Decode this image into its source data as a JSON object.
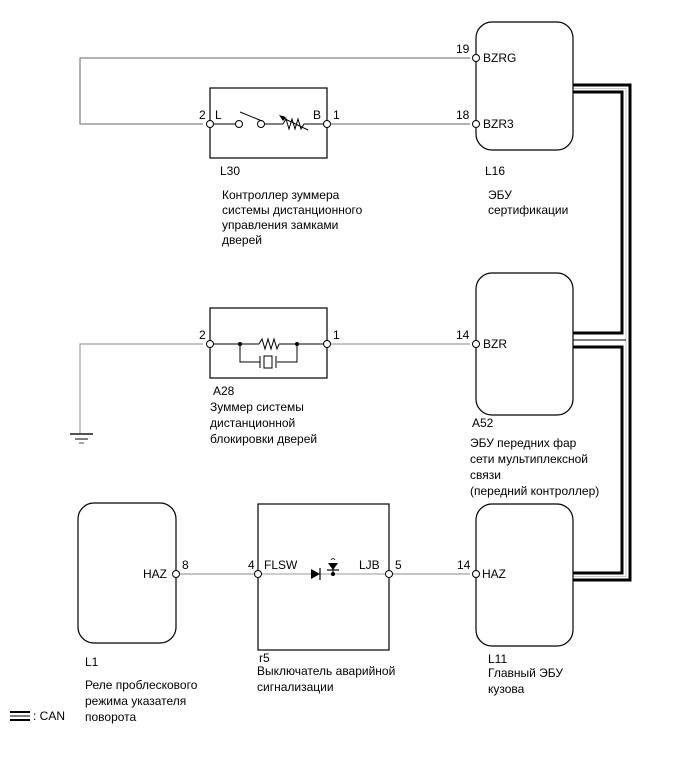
{
  "diagram": {
    "type": "wiring-diagram",
    "components": {
      "L16": {
        "code": "L16",
        "description": [
          "ЭБУ",
          "сертификации"
        ],
        "pins": [
          {
            "number": "19",
            "signal": "BZRG"
          },
          {
            "number": "18",
            "signal": "BZR3"
          }
        ]
      },
      "L30": {
        "code": "L30",
        "description": [
          "Контроллер зуммера",
          "системы дистанционного",
          "управления замками",
          "дверей"
        ],
        "pins": [
          {
            "number": "2",
            "signal": "L"
          },
          {
            "number": "1",
            "signal": "B"
          }
        ]
      },
      "A28": {
        "code": "A28",
        "description": [
          "Зуммер системы",
          "дистанционной",
          "блокировки дверей"
        ],
        "pins": [
          {
            "number": "2"
          },
          {
            "number": "1"
          }
        ]
      },
      "A52": {
        "code": "A52",
        "description": [
          "ЭБУ передних фар",
          "сети мультиплексной",
          "связи",
          "(передний контроллер)"
        ],
        "pins": [
          {
            "number": "14",
            "signal": "BZR"
          }
        ]
      },
      "L1": {
        "code": "L1",
        "description": [
          "Реле проблескового",
          "режима указателя",
          "поворота"
        ],
        "pins": [
          {
            "number": "8",
            "signal": "HAZ"
          }
        ]
      },
      "r5": {
        "code": "r5",
        "description": [
          "Выключатель аварийной",
          "сигнализации"
        ],
        "pins": [
          {
            "number": "4",
            "signal": "FLSW"
          },
          {
            "number": "5",
            "signal": "LJB"
          }
        ]
      },
      "L11": {
        "code": "L11",
        "description": [
          "Главный ЭБУ",
          "кузова"
        ],
        "pins": [
          {
            "number": "14",
            "signal": "HAZ"
          }
        ]
      }
    },
    "legend": {
      "symbol": "double-line",
      "label": ": CAN"
    },
    "colors": {
      "wire": "#8c8c8c",
      "outline": "#000000",
      "can": "#000000"
    }
  }
}
